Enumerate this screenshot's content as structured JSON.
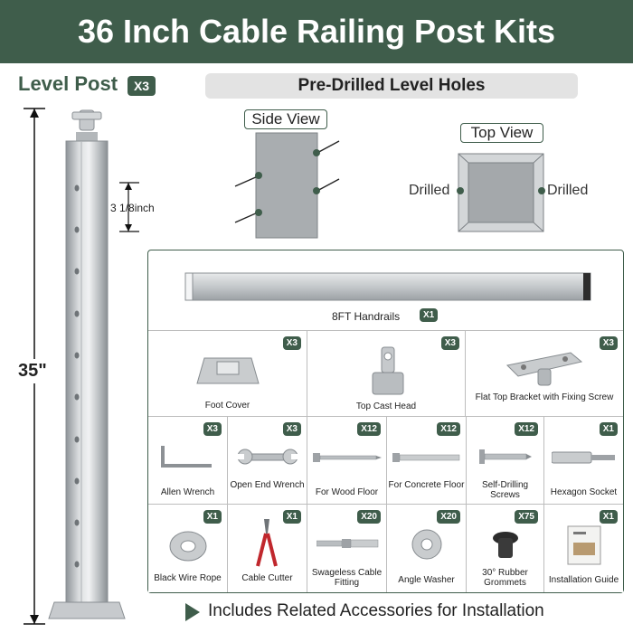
{
  "title": "36 Inch Cable Railing Post Kits",
  "level_post": {
    "label": "Level Post",
    "qty": "X3"
  },
  "pre_drilled": "Pre-Drilled Level Holes",
  "side_view": "Side View",
  "top_view": "Top View",
  "drilled_left": "Drilled",
  "drilled_right": "Drilled",
  "spacing": "3 1/8inch",
  "height": "35\"",
  "handrail": {
    "label": "8FT Handrails",
    "qty": "X1"
  },
  "items": [
    {
      "name": "Foot Cover",
      "qty": "X3"
    },
    {
      "name": "Top Cast Head",
      "qty": "X3"
    },
    {
      "name": "Flat Top Bracket with Fixing Screw",
      "qty": "X3"
    },
    {
      "name": "Allen Wrench",
      "qty": "X3"
    },
    {
      "name": "Open End Wrench",
      "qty": "X3"
    },
    {
      "name": "For Wood Floor",
      "qty": "X12"
    },
    {
      "name": "For Concrete Floor",
      "qty": "X12"
    },
    {
      "name": "Self-Drilling Screws",
      "qty": "X12"
    },
    {
      "name": "Hexagon Socket",
      "qty": "X1"
    },
    {
      "name": "Black Wire Rope",
      "qty": "X1"
    },
    {
      "name": "Cable Cutter",
      "qty": "X1"
    },
    {
      "name": "Swageless Cable Fitting",
      "qty": "X20"
    },
    {
      "name": "Angle Washer",
      "qty": "X20"
    },
    {
      "name": "30° Rubber Grommets",
      "qty": "X75"
    },
    {
      "name": "Installation Guide",
      "qty": "X1"
    }
  ],
  "footer": "Includes Related Accessories for Installation",
  "colors": {
    "brand": "#3f5d4b",
    "steel": "#bfc3c6"
  }
}
